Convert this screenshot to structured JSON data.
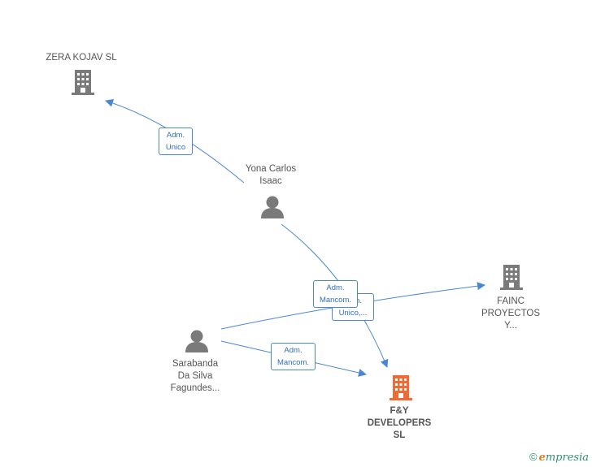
{
  "colors": {
    "edge": "#4a86d4",
    "company": "#7a7a7a",
    "company_main": "#f06a35",
    "person": "#7a7a7a"
  },
  "nodes": {
    "zera": {
      "label": "ZERA KOJAV  SL",
      "icon": "building-icon"
    },
    "yona": {
      "line1": "Yona Carlos",
      "line2": "Isaac",
      "icon": "person-icon"
    },
    "fainc": {
      "line1": "FAINC",
      "line2": "PROYECTOS",
      "line3": "Y...",
      "icon": "building-icon"
    },
    "sarabanda": {
      "line1": "Sarabanda",
      "line2": "Da Silva",
      "line3": "Fagundes...",
      "icon": "person-icon"
    },
    "fy": {
      "line1": "F&Y",
      "line2": "DEVELOPERS",
      "line3": "SL",
      "icon": "building-icon"
    }
  },
  "edges": {
    "yona_zera": {
      "line1": "Adm.",
      "line2": "Unico"
    },
    "yona_fy_back": {
      "line1": "Adm.",
      "line2": "Unico,..."
    },
    "yona_fy": {
      "line1": "Adm.",
      "line2": "Mancom."
    },
    "sarabanda_fy": {
      "line1": "Adm.",
      "line2": "Mancom."
    }
  },
  "brand": {
    "copyright": "©",
    "name_initial": "e",
    "name_rest": "mpresia"
  }
}
